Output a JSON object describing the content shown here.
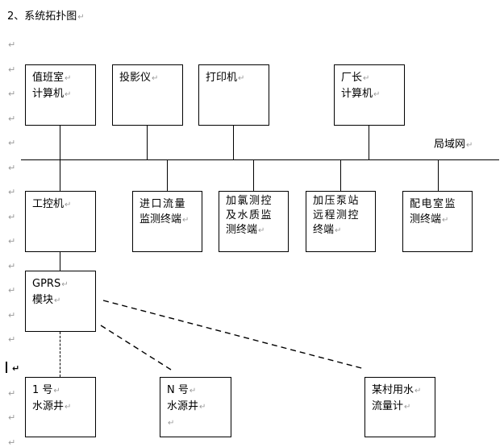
{
  "document": {
    "heading": "2、系统拓扑图",
    "pilcrow_glyph": "↵",
    "lan_label": "局域网"
  },
  "diagram": {
    "type": "network-topology",
    "bus_label": "局域网",
    "top_row": [
      {
        "id": "duty-room-computer",
        "lines": [
          "值班室",
          "计算机"
        ]
      },
      {
        "id": "projector",
        "lines": [
          "投影仪"
        ]
      },
      {
        "id": "printer",
        "lines": [
          "打印机"
        ]
      },
      {
        "id": "director-computer",
        "lines": [
          "厂长",
          "计算机"
        ]
      }
    ],
    "middle_row": [
      {
        "id": "industrial-control-computer",
        "lines": [
          "工控机"
        ]
      },
      {
        "id": "inlet-flow-terminal",
        "lines": [
          "进口流量",
          "监测终端"
        ]
      },
      {
        "id": "chlorine-water-quality-terminal",
        "lines": [
          "加氯测控",
          "及水质监",
          "测终端"
        ]
      },
      {
        "id": "booster-pump-terminal",
        "lines": [
          "加压泵站",
          "远程测控",
          "终端"
        ]
      },
      {
        "id": "power-room-terminal",
        "lines": [
          "配电室监",
          "测终端"
        ]
      }
    ],
    "gprs": {
      "id": "gprs-module",
      "lines": [
        "GPRS",
        "模块"
      ]
    },
    "bottom_row": [
      {
        "id": "well-1",
        "lines": [
          "1 号",
          "水源井",
          ""
        ]
      },
      {
        "id": "well-n",
        "lines": [
          "N 号",
          "水源井",
          ""
        ]
      },
      {
        "id": "village-water-flowmeter",
        "lines": [
          "某村用水",
          "流量计"
        ]
      }
    ]
  },
  "colors": {
    "line": "#000000",
    "pilcrow": "#9a9a9a",
    "background": "#ffffff"
  }
}
